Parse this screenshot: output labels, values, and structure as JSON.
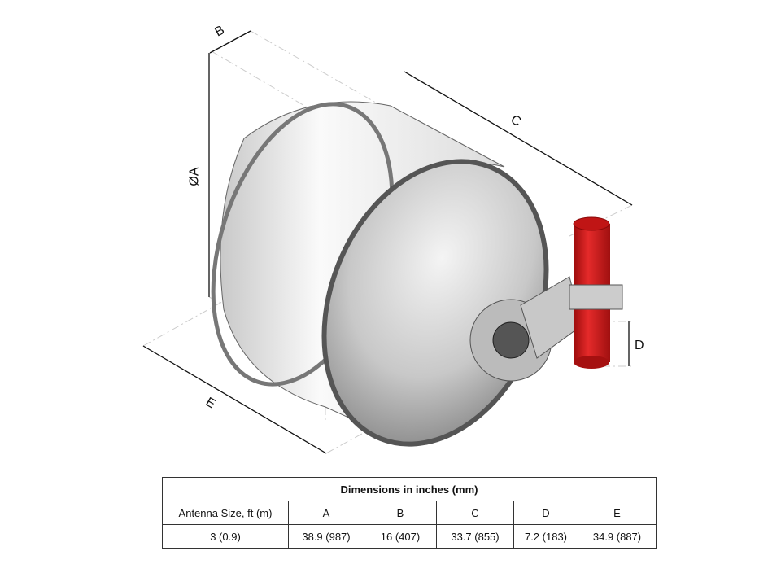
{
  "drawing": {
    "labels": {
      "a": "ØA",
      "b": "B",
      "c": "C",
      "d": "D",
      "e": "E"
    },
    "pipe_color": "#d01818",
    "body_color": "#e8e8e8"
  },
  "table": {
    "title": "Dimensions in inches (mm)",
    "headers": [
      "Antenna Size, ft (m)",
      "A",
      "B",
      "C",
      "D",
      "E"
    ],
    "rows": [
      [
        "3 (0.9)",
        "38.9 (987)",
        "16 (407)",
        "33.7 (855)",
        "7.2 (183)",
        "34.9 (887)"
      ]
    ]
  }
}
